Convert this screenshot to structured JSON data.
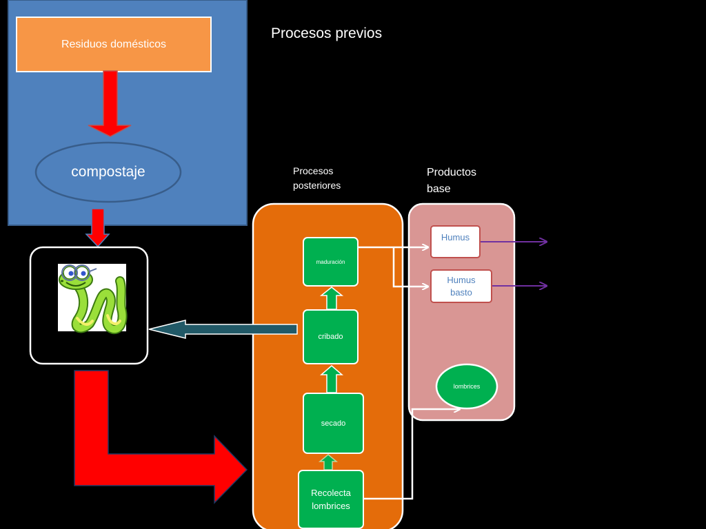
{
  "colors": {
    "background": "#000000",
    "previos_panel": "#4f81bd",
    "residuos_box": "#f79646",
    "red_arrow": "#ff0000",
    "posteriores_panel": "#e46c0a",
    "productos_panel": "#d99694",
    "process_node": "#00b050",
    "return_arrow": "#215967",
    "output_arrow": "#7030a0"
  },
  "previos": {
    "title": "Procesos previos",
    "residuos": "Residuos domésticos",
    "compostaje": "compostaje"
  },
  "worm": {
    "icon": "cartoon-worm-with-glasses-icon"
  },
  "posteriores": {
    "title_line1": "Procesos",
    "title_line2": "posteriores",
    "nodes": {
      "maduracion": "maduración",
      "cribado": "cribado",
      "secado": "secado",
      "recolecta_line1": "Recolecta",
      "recolecta_line2": "lombrices"
    }
  },
  "productos": {
    "title_line1": "Productos",
    "title_line2": "base",
    "humus": "Humus",
    "humus_basto_line1": "Humus",
    "humus_basto_line2": "basto",
    "lombrices": "lombrices"
  }
}
